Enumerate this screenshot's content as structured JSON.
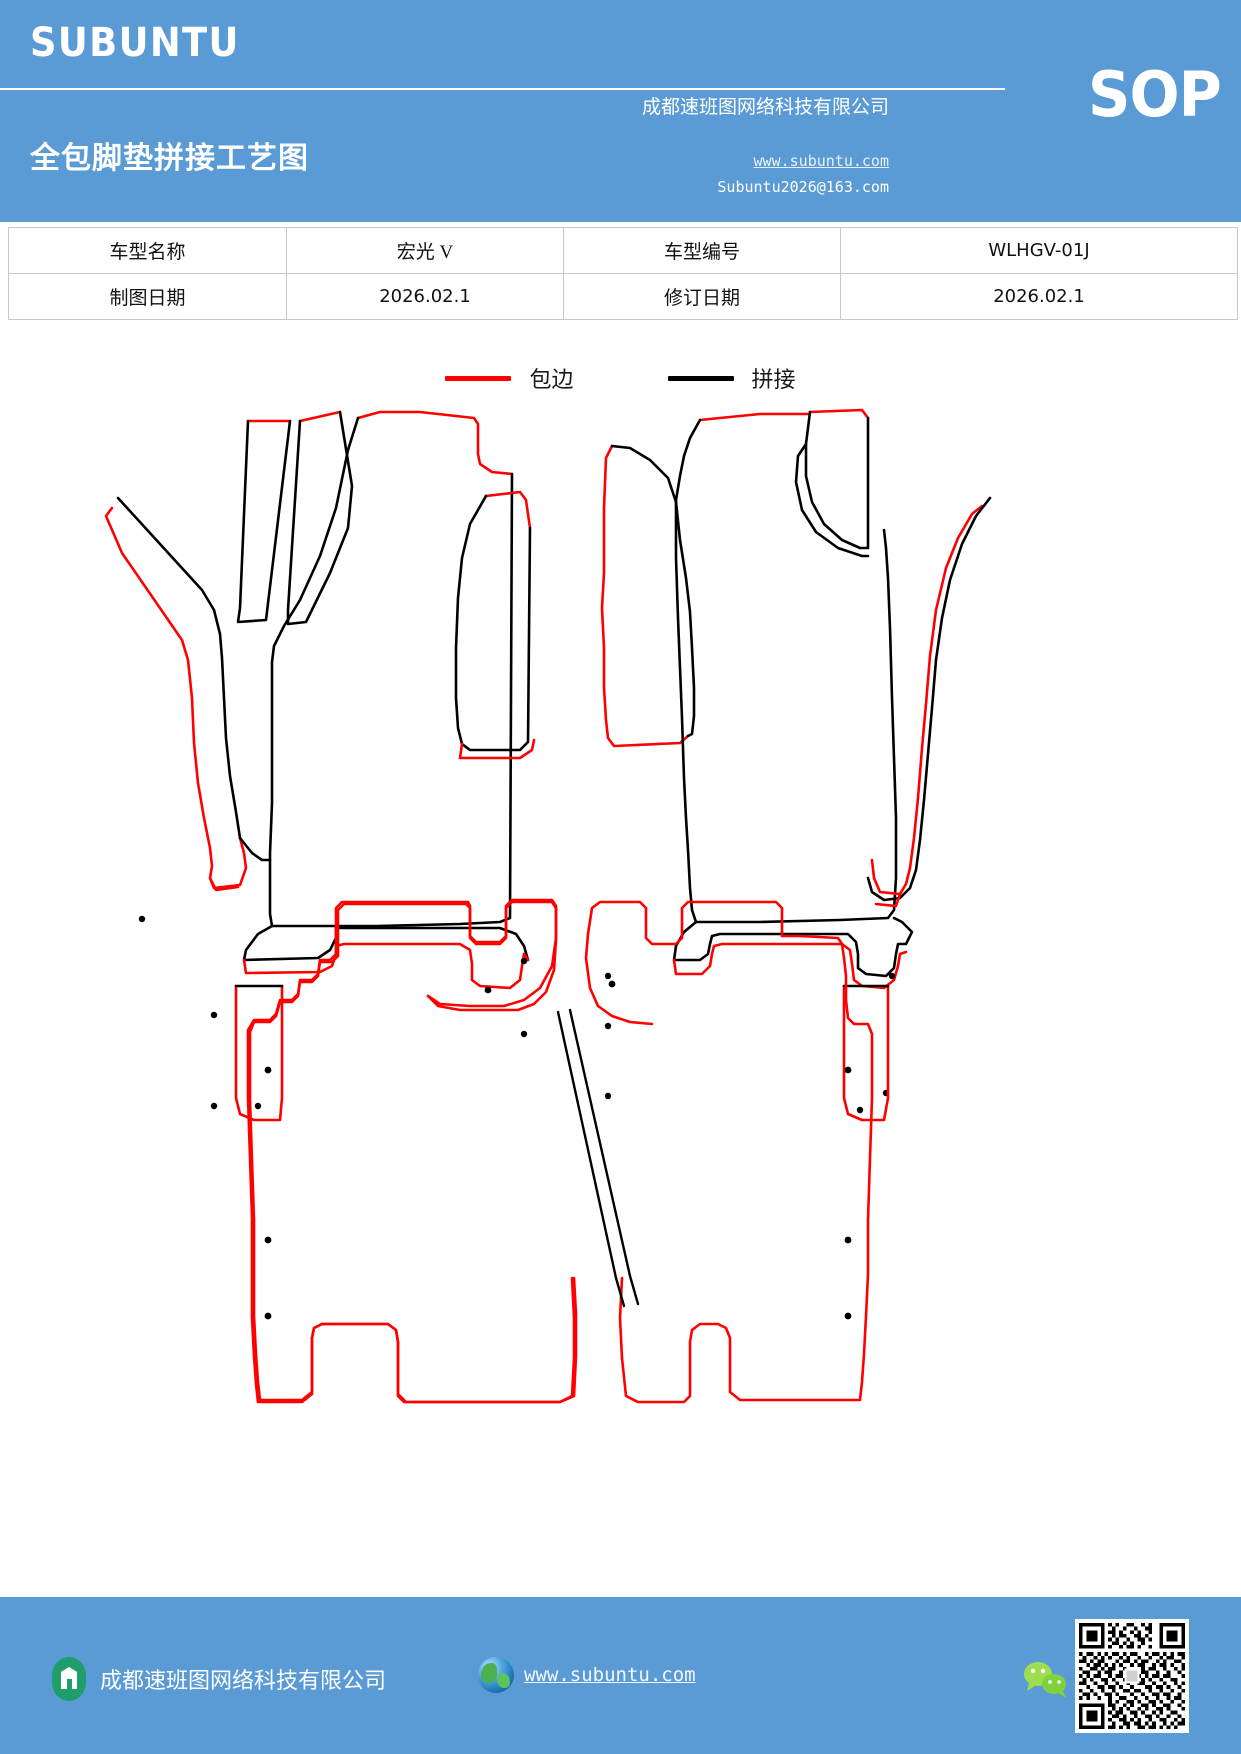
{
  "header": {
    "brand": "SUBUNTU",
    "doc_title": "全包脚垫拼接工艺图",
    "badge": "SOP",
    "company": "成都速班图网络科技有限公司",
    "url": "www.subuntu.com",
    "email": "Subuntu2026@163.com",
    "bg_color": "#5b9bd5"
  },
  "info_table": {
    "rows": [
      {
        "label1": "车型名称",
        "value1": "宏光 V",
        "label2": "车型编号",
        "value2": "WLHGV-01J"
      },
      {
        "label1": "制图日期",
        "value1": "2026.02.1",
        "label2": "修订日期",
        "value2": "2026.02.1"
      }
    ]
  },
  "legend": {
    "items": [
      {
        "label": "包边",
        "color": "#ff0000",
        "icon": "red-line-swatch"
      },
      {
        "label": "拼接",
        "color": "#000000",
        "icon": "black-line-swatch"
      }
    ]
  },
  "drawing": {
    "title": "全包脚垫拼接工艺图",
    "edge_color": "#ff0000",
    "seam_color": "#000000",
    "pieces": [
      {
        "name": "driver-side-footwell-mat",
        "side": "left"
      },
      {
        "name": "driver-center-panel",
        "side": "left"
      },
      {
        "name": "driver-sill-strip",
        "side": "left"
      },
      {
        "name": "passenger-side-footwell-mat",
        "side": "right"
      },
      {
        "name": "passenger-center-panel",
        "side": "right"
      },
      {
        "name": "passenger-sill-strip",
        "side": "right"
      },
      {
        "name": "second-row-mat",
        "side": "center"
      },
      {
        "name": "rear-cargo-mat",
        "side": "bottom"
      }
    ]
  },
  "footer": {
    "company": "成都速班图网络科技有限公司",
    "url": "www.subuntu.com",
    "company_icon": "building-icon",
    "site_icon": "globe-icon",
    "wechat_icon": "wechat-icon",
    "qr_icon": "qr-code"
  }
}
